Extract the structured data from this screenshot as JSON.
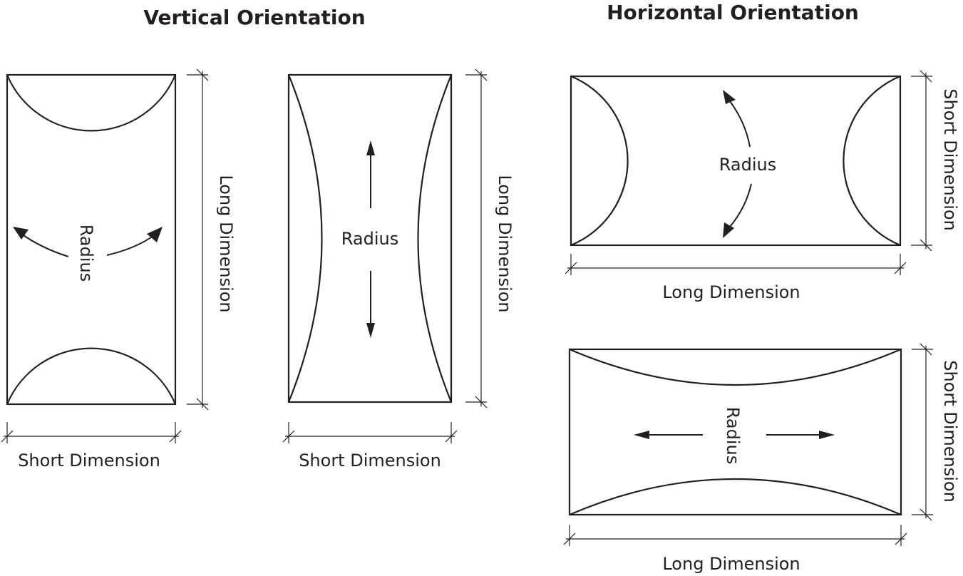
{
  "titles": {
    "vertical": "Vertical Orientation",
    "horizontal": "Horizontal Orientation"
  },
  "panels": {
    "vertical_convex_ends": {
      "radius_label": "Radius",
      "long_dimension_label": "Long Dimension",
      "short_dimension_label": "Short Dimension"
    },
    "vertical_concave_sides": {
      "radius_label": "Radius",
      "long_dimension_label": "Long Dimension",
      "short_dimension_label": "Short Dimension"
    },
    "horizontal_convex_ends": {
      "radius_label": "Radius",
      "long_dimension_label": "Long Dimension",
      "short_dimension_label": "Short Dimension"
    },
    "horizontal_concave_sides": {
      "radius_label": "Radius",
      "long_dimension_label": "Long Dimension",
      "short_dimension_label": "Short Dimension"
    }
  },
  "colors": {
    "line": "#231f20",
    "background": "#ffffff"
  }
}
